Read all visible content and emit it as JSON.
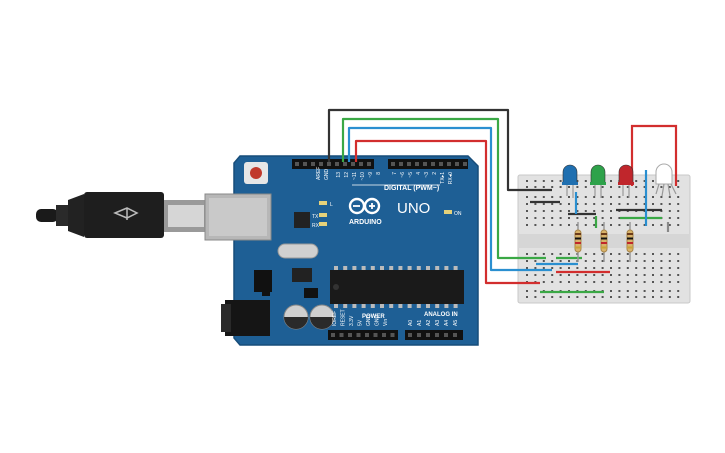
{
  "board": {
    "brand": "ARDUINO",
    "model": "UNO",
    "digital_header": "DIGITAL (PWM~)",
    "power_header": "POWER",
    "analog_header": "ANALOG IN",
    "led_l": "L",
    "led_tx": "TX",
    "led_rx": "RX",
    "led_on": "ON",
    "aref": "AREF",
    "gnd": "GND",
    "pins_digital_hi": [
      "13",
      "12",
      "~11",
      "~10",
      "~9",
      "8"
    ],
    "pins_digital_lo": [
      "7",
      "~6",
      "~5",
      "4",
      "~3",
      "2",
      "TX▸1",
      "RX◂0"
    ],
    "pins_power": [
      "IOREF",
      "RESET",
      "3.3V",
      "5V",
      "GND",
      "GND",
      "Vin"
    ],
    "pins_analog": [
      "A0",
      "A1",
      "A2",
      "A3",
      "A4",
      "A5"
    ]
  },
  "leds": [
    {
      "color": "#1f6fb0",
      "name": "blue"
    },
    {
      "color": "#2ea24a",
      "name": "green"
    },
    {
      "color": "#c0262c",
      "name": "red"
    }
  ],
  "wire_colors": {
    "black": "#333333",
    "green": "#3aa845",
    "blue": "#2a8fd0",
    "red": "#d22e2e"
  }
}
